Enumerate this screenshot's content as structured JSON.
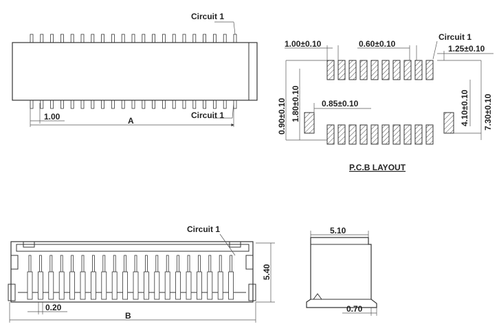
{
  "top_view": {
    "circuit1_top": "Circuit 1",
    "circuit1_bottom": "Circuit 1",
    "pitch": "1.00",
    "dim_a": "A"
  },
  "pcb_layout": {
    "title": "P.C.B LAYOUT",
    "circuit1": "Circuit 1",
    "pitch": "1.00±0.10",
    "pad_width": "0.60±0.10",
    "edge": "1.25±0.10",
    "pad_length": "1.80±0.10",
    "mount_pad_width": "0.85±0.10",
    "offset": "0.90±0.10",
    "inner": "4.10±0.10",
    "outer": "7.30±0.10"
  },
  "front_view": {
    "circuit1": "Circuit 1",
    "height": "5.40",
    "pin_width": "0.20",
    "dim_b": "B"
  },
  "side_view": {
    "width": "5.10",
    "foot": "0.70"
  }
}
